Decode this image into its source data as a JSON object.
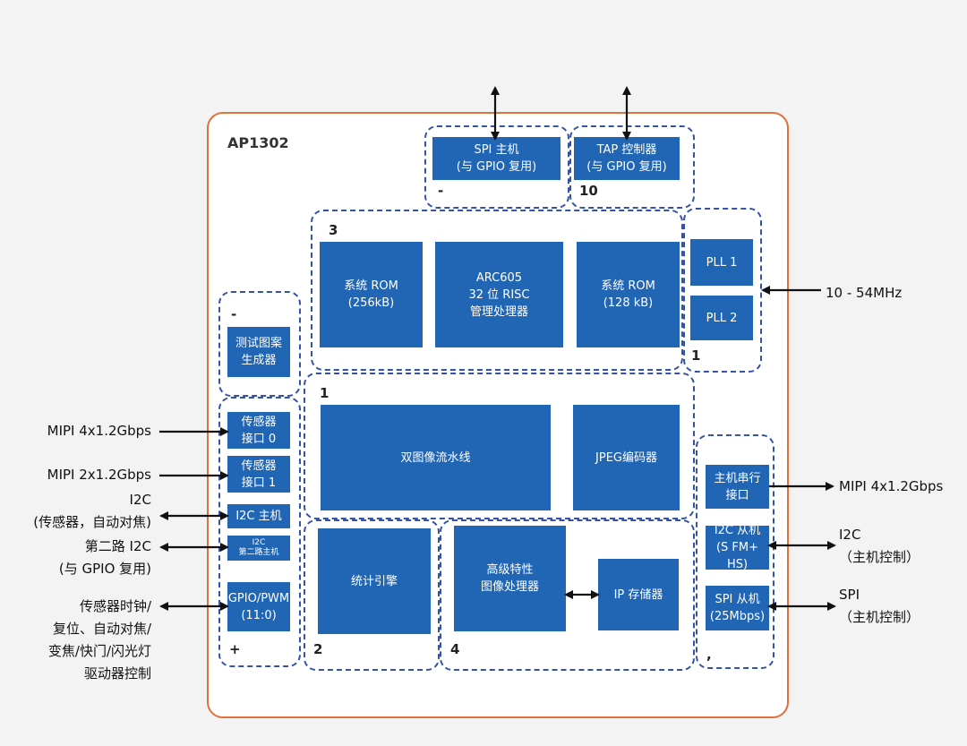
{
  "chip": {
    "title": "AP1302"
  },
  "group_numbers": {
    "top_left": "-",
    "top_right": "10",
    "core": "3",
    "pll": "1",
    "test": "-",
    "pipeline": "1",
    "sensor": "+",
    "stats": "2",
    "isp": "4",
    "host": ","
  },
  "blocks": {
    "spi_master": "SPI 主机\n(与 GPIO 复用)",
    "tap": "TAP 控制器\n(与 GPIO 复用)",
    "rom_256": "系统 ROM\n(256kB)",
    "arc605": "ARC605\n32 位 RISC\n管理处理器",
    "rom_128": "系统 ROM\n(128 kB)",
    "pll1": "PLL 1",
    "pll2": "PLL 2",
    "test_pattern": "测试图案\n生成器",
    "sensor_if0": "传感器\n接口 0",
    "sensor_if1": "传感器\n接口 1",
    "i2c_master": "I2C 主机",
    "i2c_second": "I2C\n第二路主机",
    "gpio_pwm": "GPIO/PWM\n(11:0)",
    "dual_pipeline": "双图像流水线",
    "jpeg": "JPEG编码器",
    "stats_engine": "统计引擎",
    "adv_isp": "高级特性\n图像处理器",
    "ip_store": "IP 存储器",
    "host_serial": "主机串行\n接口",
    "i2c_slave": "I2C 从机\n(S FM+ HS)",
    "spi_slave": "SPI 从机\n(25Mbps)"
  },
  "external": {
    "clock_in": "10 - 54MHz",
    "mipi_in0": "MIPI 4x1.2Gbps",
    "mipi_in1": "MIPI 2x1.2Gbps",
    "i2c_sensor": "I2C\n(传感器，自动对焦)",
    "i2c_second": "第二路 I2C\n(与 GPIO 复用)",
    "sensor_ctrl": "传感器时钟/\n复位、自动对焦/\n变焦/快门/闪光灯\n驱动器控制",
    "mipi_out": "MIPI 4x1.2Gbps",
    "i2c_host": "I2C\n（主机控制）",
    "spi_host": "SPI\n（主机控制）"
  },
  "colors": {
    "block": "#2166b5",
    "dashed": "#3452a8",
    "chip_border": "#e0713a"
  }
}
